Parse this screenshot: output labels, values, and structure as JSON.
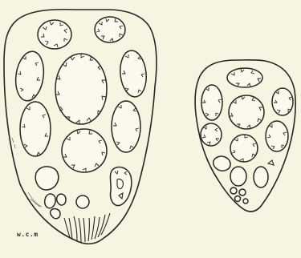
{
  "plate": {
    "signature": "w.c.m",
    "background_color": "#f8f4e2",
    "ink_color": "#262622",
    "figures": [
      {
        "id": "large-section",
        "kind": "transverse-section-outline"
      },
      {
        "id": "small-section",
        "kind": "transverse-section-outline"
      }
    ]
  }
}
